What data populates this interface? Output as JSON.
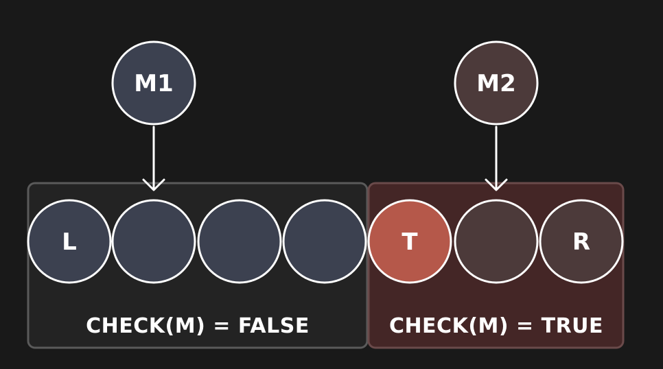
{
  "diagram": {
    "pointers": [
      {
        "id": "m1",
        "label": "M1",
        "fill": "#3c4150"
      },
      {
        "id": "m2",
        "label": "M2",
        "fill": "#4c3a3a"
      }
    ],
    "regions": [
      {
        "id": "false",
        "label": "CHECK(M) = FALSE",
        "fill": "#232323",
        "stroke": "#5a5a5a"
      },
      {
        "id": "true",
        "label": "CHECK(M) = TRUE",
        "fill": "#442626",
        "stroke": "#6a4a4a"
      }
    ],
    "nodes": [
      {
        "label": "L",
        "fill": "#3c4150"
      },
      {
        "label": "",
        "fill": "#3c4150"
      },
      {
        "label": "",
        "fill": "#3c4150"
      },
      {
        "label": "",
        "fill": "#3c4150"
      },
      {
        "label": "T",
        "fill": "#b5584a"
      },
      {
        "label": "",
        "fill": "#4c3a3a"
      },
      {
        "label": "R",
        "fill": "#4c3a3a"
      }
    ],
    "colors": {
      "background": "#191919",
      "stroke": "#ffffff",
      "text": "#ffffff"
    }
  }
}
